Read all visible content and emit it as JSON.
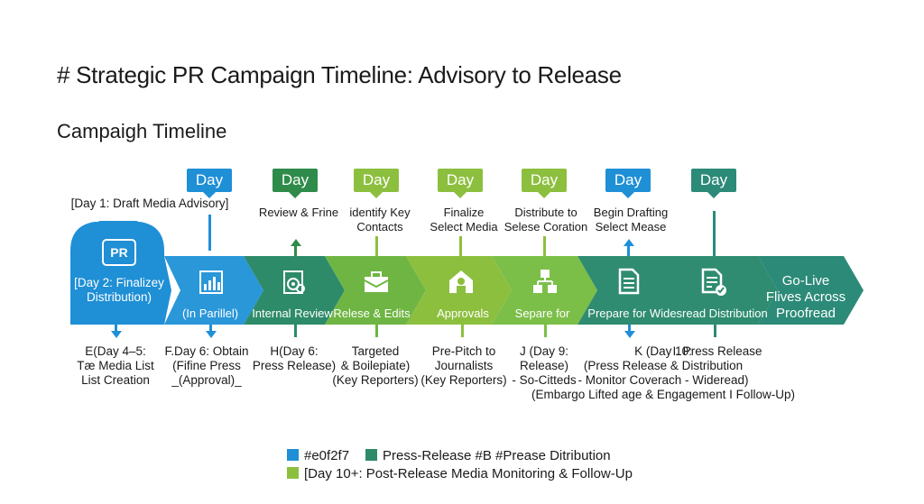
{
  "title": "# Strategic PR Campaign Timeline: Advisory to Release",
  "subtitle": "Campaigh Timeline",
  "colors": {
    "blue": "#1f8fd6",
    "dark_green": "#2e8b6a",
    "light_green": "#8dbf3f",
    "teal": "#2c8a78"
  },
  "tags": [
    {
      "label": "Day"
    },
    {
      "label": "Day"
    },
    {
      "label": "Day"
    },
    {
      "label": "Day"
    },
    {
      "label": "Day"
    },
    {
      "label": "Day"
    },
    {
      "label": "Day"
    }
  ],
  "top_texts": {
    "t0": "[Day 1: Draft Media Advisory]",
    "t1": "Review & Frine",
    "t2a": "identify Key",
    "t2b": "Contacts",
    "t3a": "Finalize",
    "t3b": "Select Media",
    "t4a": "Distribute to",
    "t4b": "Selese Coration",
    "t5a": "Begin Drafting",
    "t5b": "Select Mease"
  },
  "stages": {
    "s0a": "[Day 2: Finalizey",
    "s0b": "Distribution)",
    "s1": "(In Parillel)",
    "s2": "Internal Review",
    "s3": "Relese & Edits",
    "s4": "Approvals",
    "s5": "Separe for",
    "s6": "Prepare for Widesread Distribution",
    "s7a": "Go-Live",
    "s7b": "Flives Across",
    "s7c": "Proofread",
    "pr": "PR"
  },
  "bottom_texts": {
    "b0a": "E(Day 4–5:",
    "b0b": "Tæ Media List",
    "b0c": "List Creation",
    "b1a": "F.Day 6: Obtain",
    "b1b": "(Fifine Press",
    "b1c": "_(Approval)_",
    "b2a": "H(Day 6:",
    "b2b": "Press Release)",
    "b3a": "Targeted",
    "b3b": "& Boilepiate)",
    "b3c": "(Key Reporters)",
    "b4a": "Pre-Pitch to",
    "b4b": "Journalists",
    "b4c": "(Key Reporters)",
    "b5a": "J (Day 9:",
    "b5b": "Release)",
    "b5c": "- So-Citteds",
    "b6a": "K (Day 10:",
    "b6b": "(Press Release & Distribution",
    "b6c": "- Monitor Coverach - Wideread)",
    "b6d": "(Embargo Lifted age & Engagement I Follow-Up)",
    "b7a": "I. Press Release"
  },
  "legend": {
    "l1": "#e0f2f7",
    "l2": "Press-Release #B #Prease Ditribution",
    "l3": "[Day 10+: Post-Release Media Monitoring & Follow-Up"
  }
}
